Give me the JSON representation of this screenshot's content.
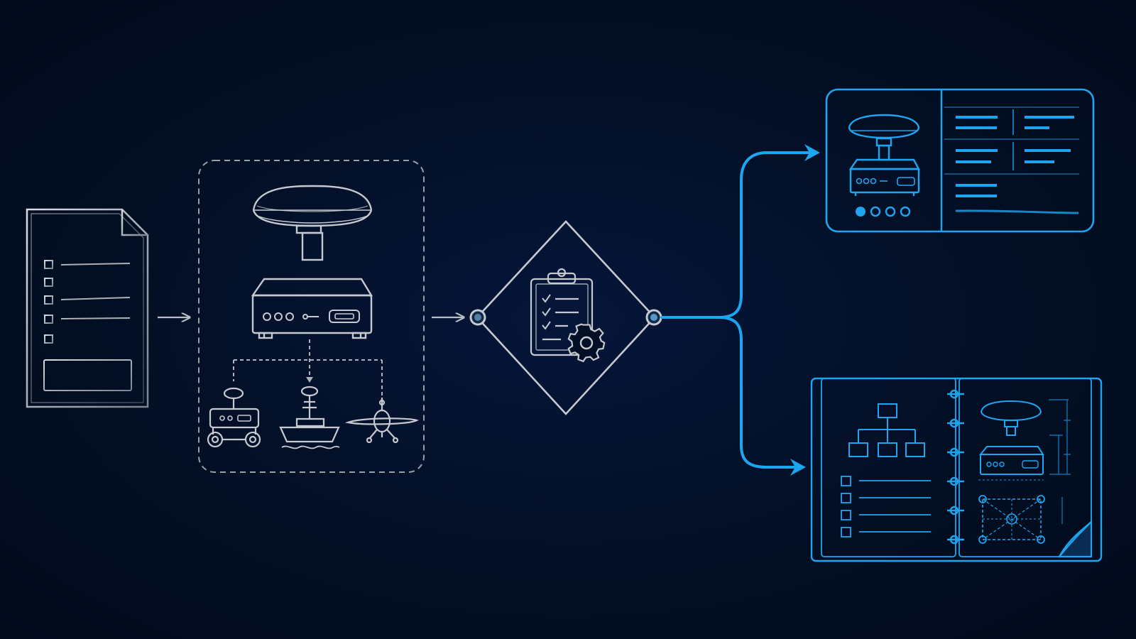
{
  "diagram": {
    "colors": {
      "background": "#020f24",
      "line_gray": "#b9bec6",
      "line_gray_dim": "#8a9099",
      "accent_blue": "#1ea5f0",
      "accent_blue_dim": "#1380c0"
    },
    "nodes": [
      {
        "id": "requirements-document",
        "icon": "checklist-document-icon"
      },
      {
        "id": "hardware-group",
        "icon": "gnss-antenna-receiver-platforms-icon"
      },
      {
        "id": "configuration-decision",
        "icon": "clipboard-gear-icon"
      },
      {
        "id": "output-datasheet",
        "icon": "product-datasheet-card-icon"
      },
      {
        "id": "output-manual",
        "icon": "spiral-manual-blueprint-icon"
      }
    ],
    "connections": [
      {
        "from": "requirements-document",
        "to": "hardware-group",
        "style": "gray-arrow"
      },
      {
        "from": "hardware-group",
        "to": "configuration-decision",
        "style": "gray-arrow"
      },
      {
        "from": "configuration-decision",
        "to": "output-datasheet",
        "style": "blue-branch-arrow"
      },
      {
        "from": "configuration-decision",
        "to": "output-manual",
        "style": "blue-branch-arrow"
      }
    ],
    "platforms": [
      "rover-icon",
      "boat-icon",
      "aircraft-icon"
    ],
    "datasheet_pager": {
      "pages": 4,
      "active": 1
    }
  }
}
